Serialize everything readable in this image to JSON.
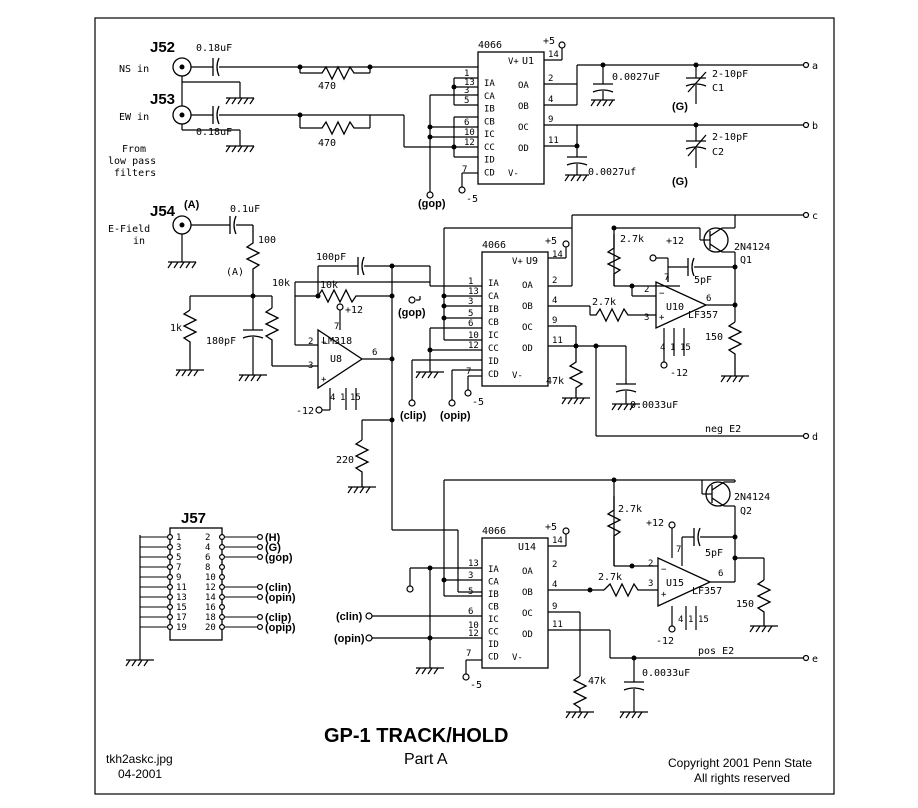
{
  "title": "GP-1 TRACK/HOLD",
  "subtitle": "Part A",
  "filename": "tkh2askc.jpg",
  "date": "04-2001",
  "copyright": "Copyright 2001 Penn State",
  "rights": "All rights reserved",
  "connectors": {
    "j52": "J52",
    "j53": "J53",
    "j54": "J54",
    "j57": "J57",
    "j54_tag": "(A)",
    "ns_in": "NS in",
    "ew_in": "EW in",
    "efield_1": "E-Field",
    "efield_2": "in",
    "from_1": "From",
    "from_2": "low pass",
    "from_3": "filters"
  },
  "outputs": {
    "a": "a",
    "b": "b",
    "c": "c",
    "d": "d",
    "e": "e",
    "neg_e2": "neg E2",
    "pos_e2": "pos E2"
  },
  "parts": {
    "c_018_top": "0.18uF",
    "c_018_bot": "0.18uF",
    "r_470_top": "470",
    "r_470_bot": "470",
    "c_0027_top": "0.0027uF",
    "c_0027_bot": "0.0027uf",
    "c1_val": "2-10pF",
    "c1": "C1",
    "c2_val": "2-10pF",
    "c2": "C2",
    "g": "(G)",
    "c_01": "0.1uF",
    "r_100": "100",
    "node_a": "(A)",
    "r_1k": "1k",
    "c_180": "180pF",
    "r_10k_v": "10k",
    "r_10k_h": "10k",
    "c_100p": "100pF",
    "r_220": "220",
    "r_27k_1": "2.7k",
    "r_27k_2": "2.7k",
    "r_27k_3": "2.7k",
    "r_27k_4": "2.7k",
    "q1_type": "2N4124",
    "q1": "Q1",
    "q2_type": "2N4124",
    "q2": "Q2",
    "c_5p_1": "5pF",
    "c_5p_2": "5pF",
    "r_150_1": "150",
    "r_150_2": "150",
    "r_47k_1": "47k",
    "r_47k_2": "47k",
    "c_0033_1": "0.0033uF",
    "c_0033_2": "0.0033uF"
  },
  "ics": {
    "u1_type": "4066",
    "u1": "U1",
    "u9_type": "4066",
    "u9": "U9",
    "u14_type": "4066",
    "u14": "U14",
    "u8": "U8",
    "u8_type": "LM318",
    "u10": "U10",
    "u10_type": "LF357",
    "u15": "U15",
    "u15_type": "LF357"
  },
  "switch_labels": {
    "left": [
      "IA",
      "CA",
      "IB",
      "CB",
      "IC",
      "CC",
      "ID",
      "CD"
    ],
    "right": [
      "OA",
      "OB",
      "OC",
      "OD"
    ]
  },
  "pins": {
    "u1_left": [
      "1",
      "13",
      "3",
      "5",
      "6",
      "10",
      "12"
    ],
    "u1_right": [
      "2",
      "4",
      "9",
      "11"
    ],
    "u9_left": [
      "1",
      "13",
      "3",
      "5",
      "6",
      "10",
      "12"
    ],
    "u9_right": [
      "2",
      "4",
      "9",
      "11"
    ],
    "u14_left": [
      "13",
      "3",
      "5",
      "6",
      "10",
      "12"
    ],
    "u14_right": [
      "2",
      "4",
      "9",
      "11"
    ],
    "p14": "14",
    "p7": "7",
    "p8": "8",
    "p4": "4",
    "p15": "15",
    "p6": "6",
    "p2": "2",
    "p3": "3",
    "p1": "1"
  },
  "supplies": {
    "plus5": "+5",
    "minus5": "-5",
    "plus12": "+12",
    "minus12": "-12",
    "vplus": "V+",
    "vminus": "V-"
  },
  "nets": {
    "gop": "(gop)",
    "clip": "(clip)",
    "opip": "(opip)",
    "clin": "(clin)",
    "opin": "(opin)"
  },
  "j57": {
    "left_pins": [
      "1",
      "3",
      "5",
      "7",
      "9",
      "11",
      "13",
      "15",
      "17",
      "19"
    ],
    "right_pins": [
      "2",
      "4",
      "6",
      "8",
      "10",
      "12",
      "14",
      "16",
      "18",
      "20"
    ],
    "signals": [
      "(H)",
      "(G)",
      "(gop)",
      "",
      "",
      "(clin)",
      "(opin)",
      "",
      "(clip)",
      "(opip)"
    ]
  }
}
